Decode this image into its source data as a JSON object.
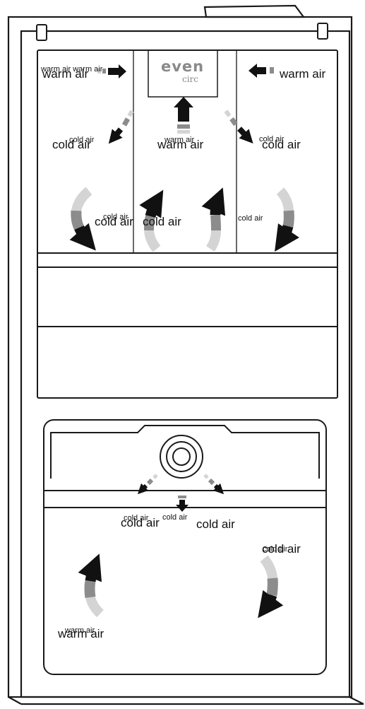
{
  "logo": {
    "main": "even",
    "sub": "circ"
  },
  "labels": {
    "fridge_top_left_small": "warm air warm air",
    "fridge_top_left": "warm air",
    "fridge_top_right": "warm air",
    "fridge_left_cold_small": "cold air",
    "fridge_left_cold": "cold air",
    "fridge_center_warm_small": "warm air",
    "fridge_center_warm": "warm air",
    "fridge_right_cold_small": "cold air",
    "fridge_right_cold": "cold air",
    "fridge_mid_left_small": "cold air",
    "fridge_mid_left": "cold air",
    "fridge_mid_center": "cold air",
    "fridge_mid_right_small": "cold air",
    "freezer_left_small": "cold air",
    "freezer_left": "cold air",
    "freezer_center_small": "cold air",
    "freezer_center": "cold air",
    "freezer_right_small": "cold air",
    "freezer_right": "cold air",
    "freezer_bottom_small": "warm air",
    "freezer_bottom": "warm air"
  },
  "colors": {
    "dark_arrow": "#111111",
    "mid_arrow": "#8c8c8c",
    "light_arrow": "#d4d4d4",
    "outline": "#1a1a1a"
  }
}
